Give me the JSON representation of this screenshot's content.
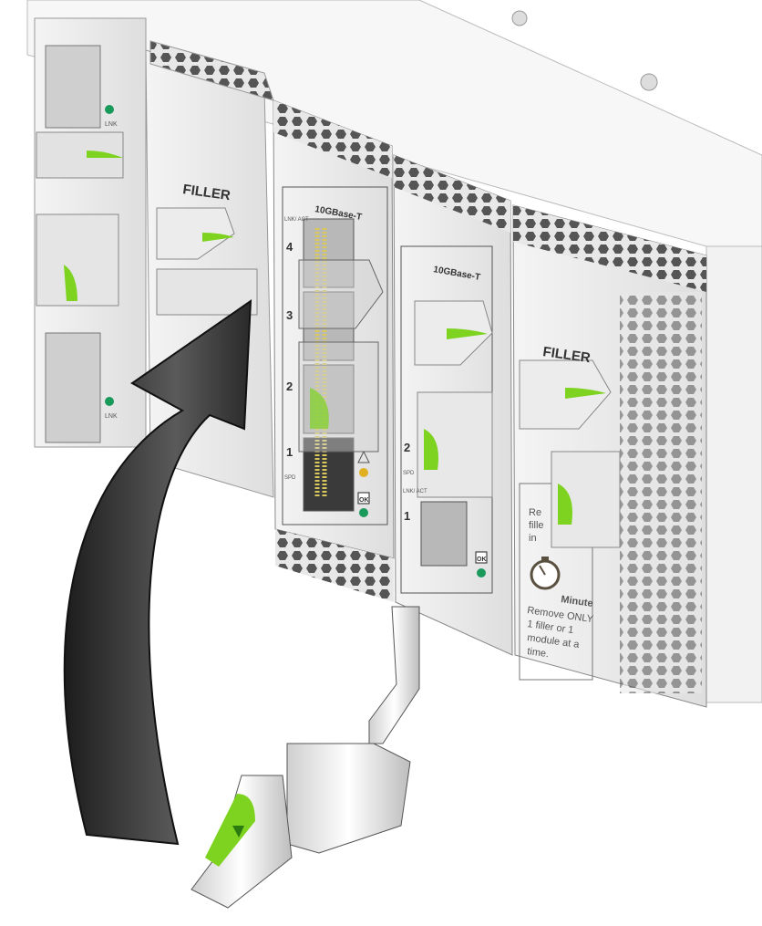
{
  "colors": {
    "accent_green": "#7ed321",
    "arrow": "#3a3a3a",
    "module_face": "#ececec",
    "led_green": "#1a9a5a",
    "led_amber": "#e0b020"
  },
  "modules": {
    "left_partial": {
      "labels": [
        "LNK",
        "LNK"
      ]
    },
    "filler_1": {
      "title": "FILLER"
    },
    "nem_1": {
      "title": "10GBase-T",
      "port_labels": [
        "4",
        "3",
        "2",
        "1"
      ],
      "lnk_act": "LNK/ ACT",
      "spd": "SPD",
      "ok": "OK"
    },
    "nem_2": {
      "title": "10GBase-T",
      "port_labels": [
        "2",
        "1"
      ],
      "lnk_act": "LNK/ ACT",
      "spd": "SPD",
      "ok": "OK"
    },
    "filler_2": {
      "title": "FILLER",
      "partial_text": [
        "Re",
        "fille",
        "in"
      ],
      "timer_label": "Minute",
      "warning": [
        "Remove ONLY",
        "1 filler or 1",
        "module at a",
        "time."
      ]
    }
  },
  "icons": [
    "curved-arrow-icon",
    "stopwatch-icon",
    "warning-triangle-icon",
    "ethernet-port-icon",
    "ejector-latch-icon"
  ]
}
